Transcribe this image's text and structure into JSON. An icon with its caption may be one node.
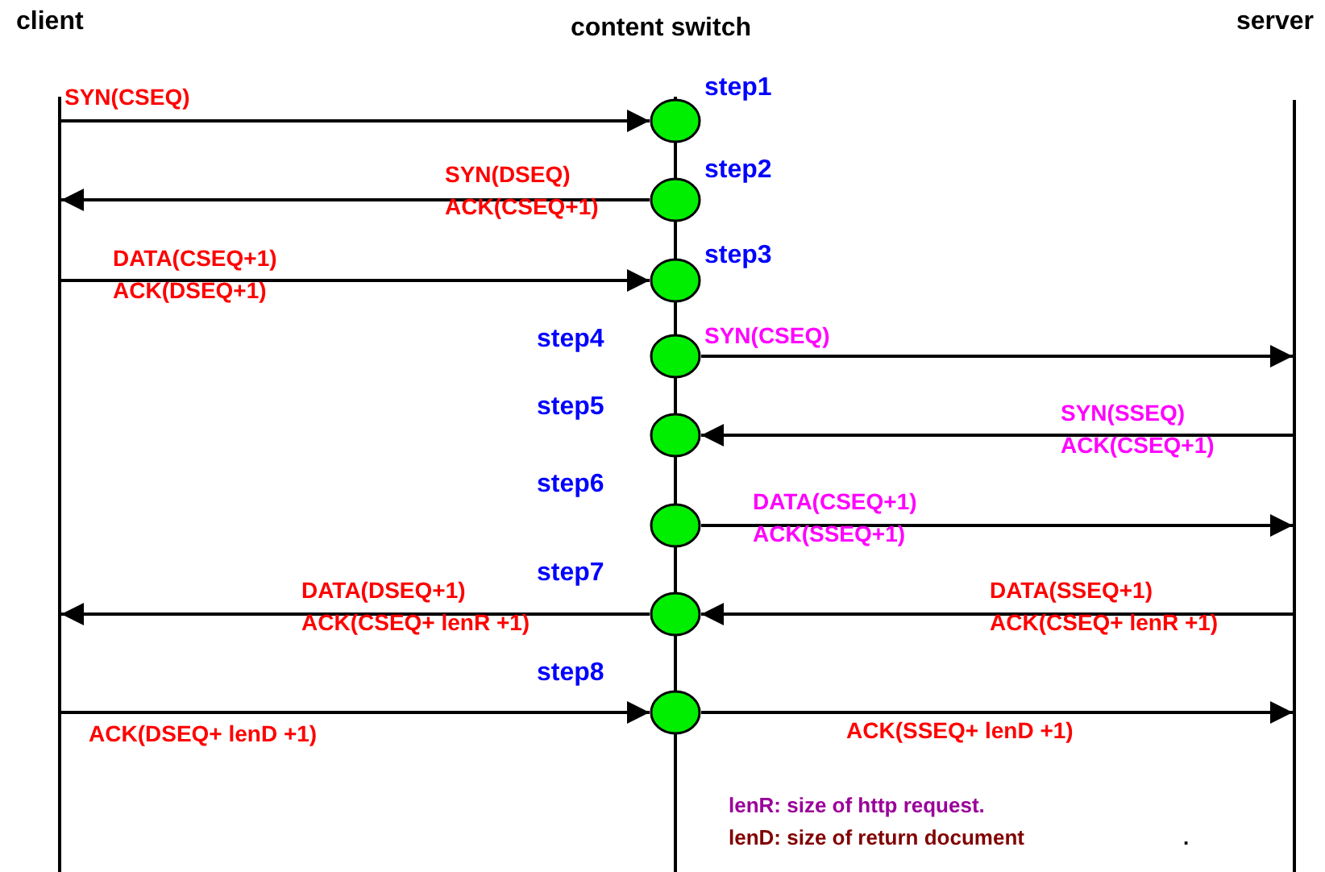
{
  "diagram": {
    "nodes": [
      {
        "text": [
          "client"
        ]
      },
      {
        "text": [
          "content switch"
        ]
      },
      {
        "text": [
          "server"
        ]
      },
      {
        "text": [],
        "shape": "bar"
      },
      {
        "text": [],
        "shape": "bar"
      },
      {
        "text": [],
        "shape": "circle",
        "beside": [
          "step1"
        ]
      },
      {
        "text": [],
        "shape": "circle",
        "beside": [
          "step2"
        ]
      },
      {
        "text": [],
        "shape": "circle",
        "beside": [
          "step3"
        ]
      },
      {
        "text": [],
        "shape": "circle",
        "beside": [
          "step4"
        ]
      },
      {
        "text": [],
        "shape": "circle",
        "beside": [
          "step5"
        ]
      },
      {
        "text": [],
        "shape": "circle",
        "beside": [
          "step6"
        ]
      },
      {
        "text": [],
        "shape": "circle",
        "beside": [
          "step7"
        ]
      },
      {
        "text": [],
        "shape": "circle",
        "beside": [
          "step8"
        ]
      }
    ],
    "edges": [
      {
        "from": 3,
        "to": 5,
        "arrow": "to",
        "label": "SYN(CSEQ)"
      },
      {
        "from": 6,
        "to": 3,
        "arrow": "to",
        "label": "SYN(DSEQ) ACK(CSEQ+1)"
      },
      {
        "from": 3,
        "to": 7,
        "arrow": "to",
        "label": "DATA(CSEQ+1) ACK(DSEQ+1)"
      },
      {
        "from": 8,
        "to": 4,
        "arrow": "to",
        "label": "SYN(CSEQ)"
      },
      {
        "from": 4,
        "to": 9,
        "arrow": "to",
        "label": "SYN(SSEQ) ACK(CSEQ+1)"
      },
      {
        "from": 10,
        "to": 4,
        "arrow": "to",
        "label": "DATA(CSEQ+1) ACK(SSEQ+1)"
      },
      {
        "from": 11,
        "to": 3,
        "arrow": "to",
        "label": "DATA(DSEQ+1) ACK(CSEQ+ lenR +1)"
      },
      {
        "from": 4,
        "to": 11,
        "arrow": "to",
        "label": "DATA(SSEQ+1) ACK(CSEQ+ lenR +1)"
      },
      {
        "from": 3,
        "to": 12,
        "arrow": "to",
        "label": "ACK(DSEQ+ lenD +1)"
      },
      {
        "from": 12,
        "to": 4,
        "arrow": "to",
        "label": "ACK(SSEQ+ lenD +1)"
      }
    ],
    "labels": [
      "lenR: size of http request.",
      "lenD: size of return document",
      "."
    ]
  }
}
